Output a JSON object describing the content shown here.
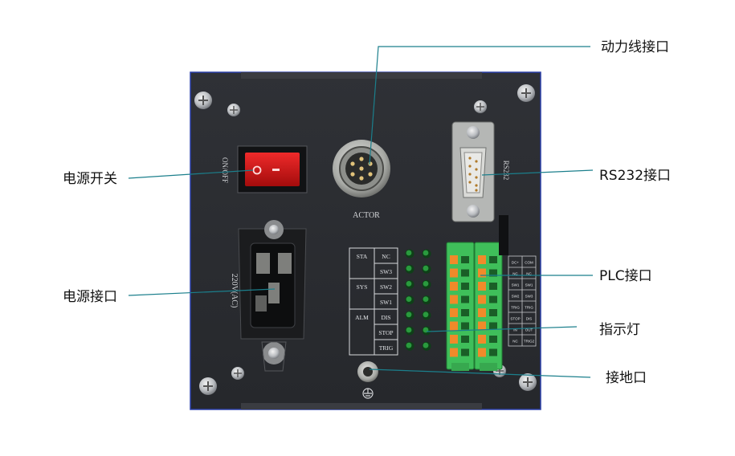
{
  "callouts": {
    "actuator_port": "动力线接口",
    "power_switch": "电源开关",
    "rs232_port": "RS232接口",
    "power_inlet": "电源接口",
    "plc_port": "PLC接口",
    "indicators": "指示灯",
    "ground_port": "接地口"
  },
  "panel": {
    "switch_text": "ON/OFF",
    "inlet_text": "220V(AC)",
    "connector_text": "ACTOR",
    "serial_text": "RS232",
    "led_table": [
      [
        "STA",
        "NC"
      ],
      [
        "",
        "SW3"
      ],
      [
        "SYS",
        "SW2"
      ],
      [
        "",
        "SW1"
      ],
      [
        "ALM",
        "DIS"
      ],
      [
        "",
        "STOP"
      ],
      [
        "",
        "TRIG"
      ]
    ],
    "terminal_labels": [
      [
        "DC+",
        "COM"
      ],
      [
        "NC",
        "NC"
      ],
      [
        "SW1",
        "SW1"
      ],
      [
        "SW2",
        "SW3"
      ],
      [
        "TRIG",
        "TRIG"
      ],
      [
        "STOP",
        "DIS"
      ],
      [
        "IN",
        "OUT"
      ],
      [
        "NC",
        "TRIG2"
      ]
    ]
  },
  "colors": {
    "panel": "#2b2d31",
    "callout_line": "#1b7f8c",
    "switch_red": "#d11717",
    "terminal_green": "#3fbf5a",
    "terminal_orange": "#f08a2a",
    "led_green": "#1e7a2e"
  }
}
